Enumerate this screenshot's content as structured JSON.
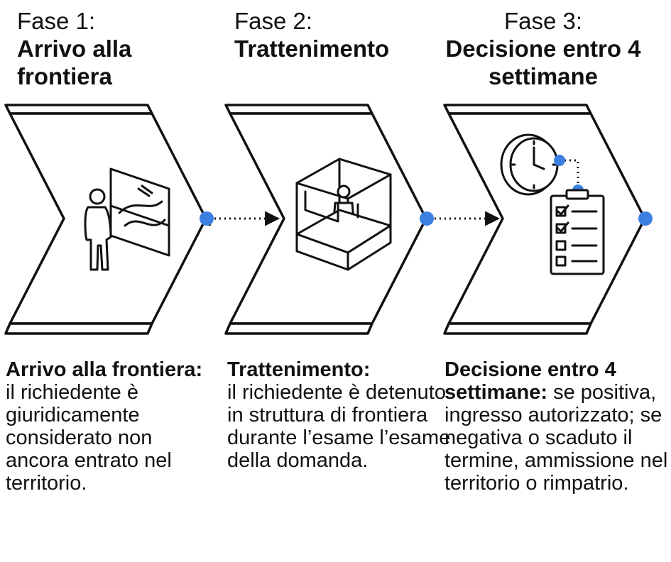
{
  "phases": [
    {
      "label": "Fase 1:",
      "title": "Arrivo alla frontiera",
      "desc_lead": "Arrivo alla frontiera:",
      "desc_body": "il richiedente è giuridicamente considerato non ancora entrato nel territorio."
    },
    {
      "label": "Fase 2:",
      "title": "Trattenimento",
      "desc_lead": "Trattenimento:",
      "desc_body": "il richiedente è detenuto in struttura di frontiera durante l’esame l’esame della domanda."
    },
    {
      "label": "Fase 3:",
      "title": "Decisione entro 4 settimane",
      "desc_lead": "Decisione entro 4 settimane:",
      "desc_body": "se positiva, ingresso autorizzato; se negativa o scaduto il termine, ammissione nel territorio o rimpatrio."
    }
  ],
  "colors": {
    "ink": "#111111",
    "connector_dot": "#3b7fe0",
    "background": "#ffffff"
  },
  "icons": [
    "person-at-window-icon",
    "detention-booth-icon",
    "clock-icon",
    "checklist-clipboard-icon"
  ]
}
